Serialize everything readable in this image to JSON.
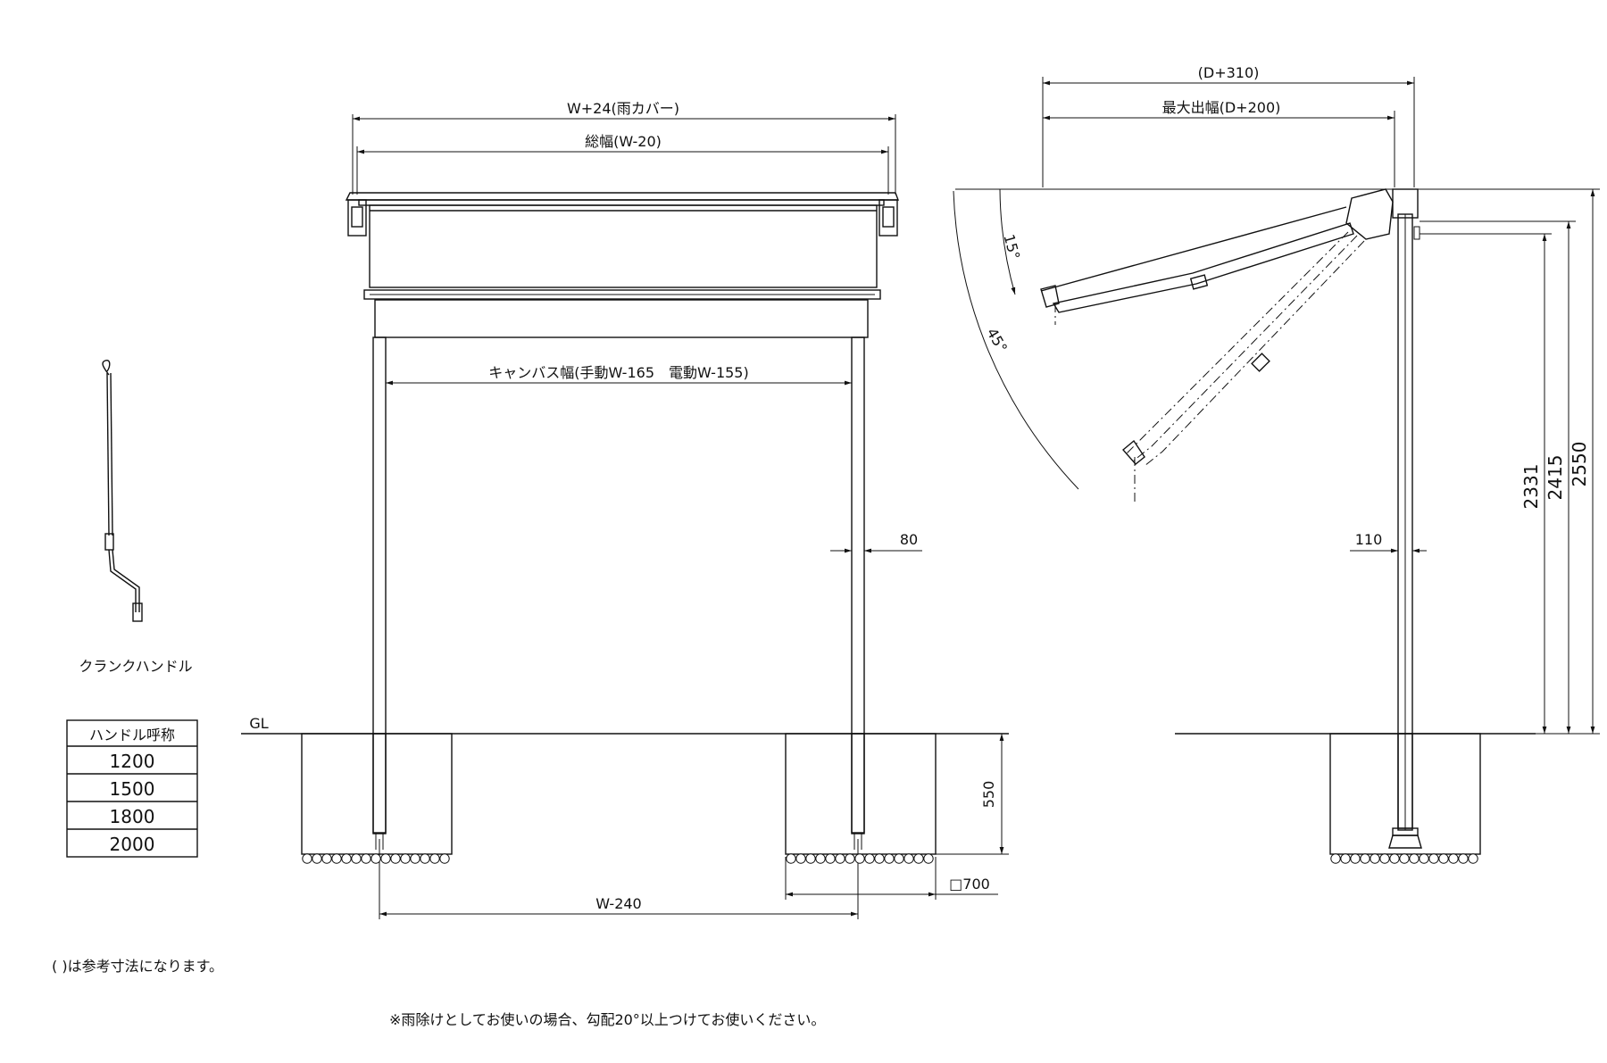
{
  "front": {
    "dim_w24": "W+24(雨カバー)",
    "dim_total": "総幅(W-20)",
    "dim_canvas": "キャンバス幅(手動W-165　電動W-155)",
    "dim_80": "80",
    "dim_550": "550",
    "dim_700": "□700",
    "dim_w240": "W-240",
    "gl": "GL"
  },
  "side": {
    "dim_d310": "(D+310)",
    "dim_max": "最大出幅(D+200)",
    "angle_15": "15°",
    "angle_45": "45°",
    "dim_110": "110",
    "dim_2331": "2331",
    "dim_2415": "2415",
    "dim_2550": "2550"
  },
  "crank": {
    "label": "クランクハンドル"
  },
  "handle_table": {
    "header": "ハンドル呼称",
    "rows": [
      "1200",
      "1500",
      "1800",
      "2000"
    ]
  },
  "notes": {
    "reference": "( )は参考寸法になります。",
    "rain": "※雨除けとしてお使いの場合、勾配20°以上つけてお使いください。"
  }
}
